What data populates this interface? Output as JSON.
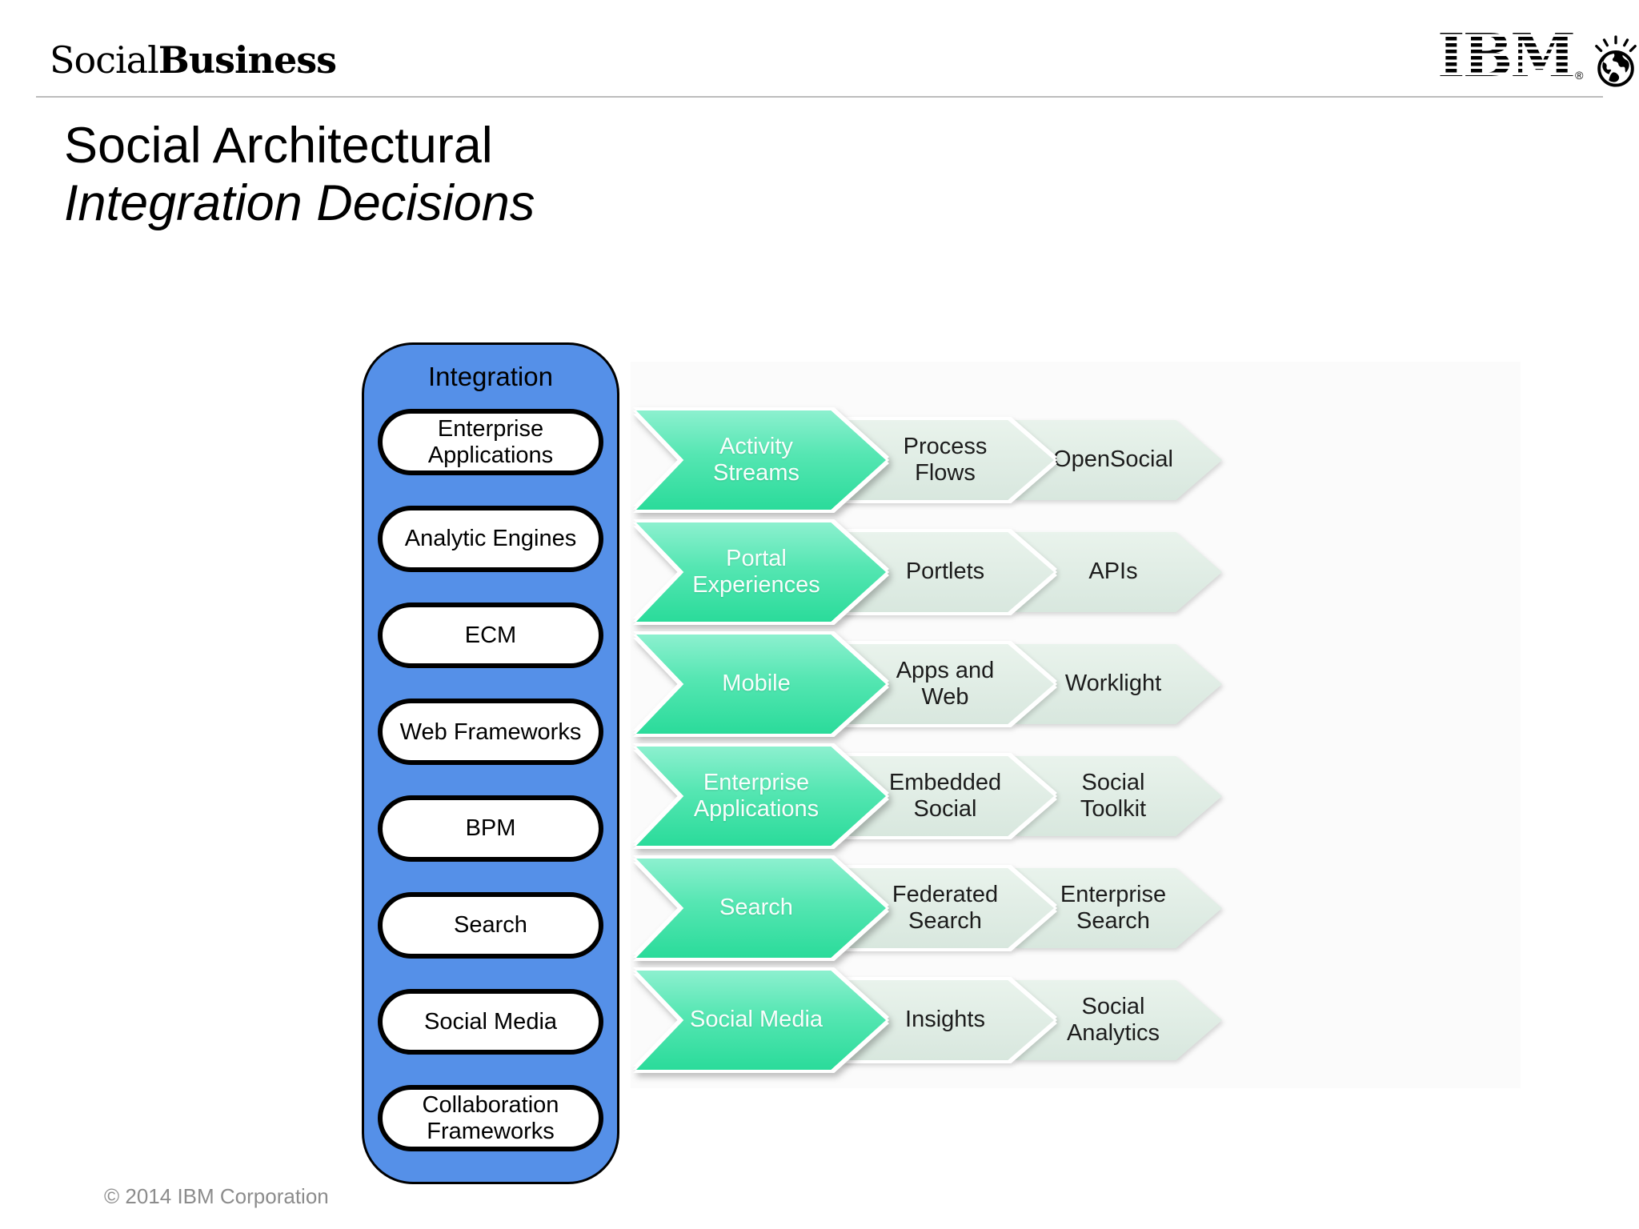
{
  "header": {
    "brand_social": "Social",
    "brand_business": "Business",
    "ibm_logo_text": "IBM",
    "ibm_registered_mark": "®",
    "globe_icon": "smarter-planet-globe"
  },
  "title": {
    "line1": "Social Architectural",
    "line2": "Integration Decisions"
  },
  "integration_panel": {
    "label": "Integration",
    "items": [
      "Enterprise Applications",
      "Analytic Engines",
      "ECM",
      "Web Frameworks",
      "BPM",
      "Search",
      "Social Media",
      "Collaboration Frameworks"
    ]
  },
  "flow_rows": [
    {
      "source": "Activity Streams",
      "step1": "Process Flows",
      "step2": "OpenSocial"
    },
    {
      "source": "Portal Experiences",
      "step1": "Portlets",
      "step2": "APIs"
    },
    {
      "source": "Mobile",
      "step1": "Apps and Web",
      "step2": "Worklight"
    },
    {
      "source": "Enterprise Applications",
      "step1": "Embedded Social",
      "step2": "Social Toolkit"
    },
    {
      "source": "Search",
      "step1": "Federated Search",
      "step2": "Enterprise Search"
    },
    {
      "source": "Social Media",
      "step1": "Insights",
      "step2": "Social Analytics"
    }
  ],
  "footer": {
    "copyright": "© 2014 IBM Corporation"
  },
  "colors": {
    "panel_blue": "#5590e8",
    "arrow_green_top": "#8cf0cf",
    "arrow_green_bottom": "#2adb9a",
    "arrow_pale": "#dce9e1",
    "footer_gray": "#8c8c8c"
  }
}
